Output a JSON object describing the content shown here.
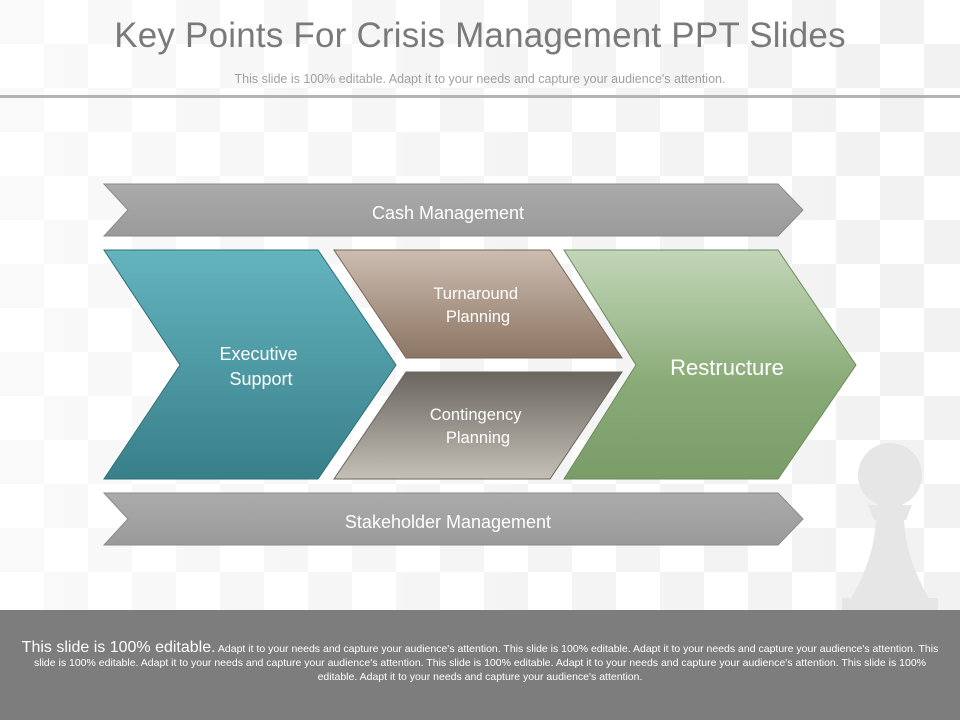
{
  "slide": {
    "title": "Key Points For Crisis Management PPT Slides",
    "subtitle": "This slide is 100% editable. Adapt it to your needs and capture your audience's attention."
  },
  "diagram": {
    "top_banner": "Cash Management",
    "bottom_banner": "Stakeholder Management",
    "left_chevron": {
      "line1": "Executive",
      "line2": "Support"
    },
    "middle_top": {
      "line1": "Turnaround",
      "line2": "Planning"
    },
    "middle_bottom": {
      "line1": "Contingency",
      "line2": "Planning"
    },
    "right_chevron": "Restructure"
  },
  "footer": {
    "lead": "This slide is 100% editable.",
    "body": "Adapt it to your needs and capture your audience's attention. This slide is 100% editable. Adapt it to your needs and capture your audience's attention. This slide is 100% editable. Adapt it to your needs and capture your audience's attention. This slide is 100% editable. Adapt it to your needs and capture your audience's attention. This slide is 100% editable. Adapt it to your needs and capture your audience's attention."
  },
  "colors": {
    "banner_gray": "#a3a3a3",
    "teal": "#3d8590",
    "brown": "#8f7868",
    "taupe": "#8a847a",
    "green": "#80a070",
    "footer_gray": "#7d7d7d",
    "title_gray": "#7a7a7a"
  },
  "icons": {
    "background_figure": "chess-pawn-icon"
  }
}
